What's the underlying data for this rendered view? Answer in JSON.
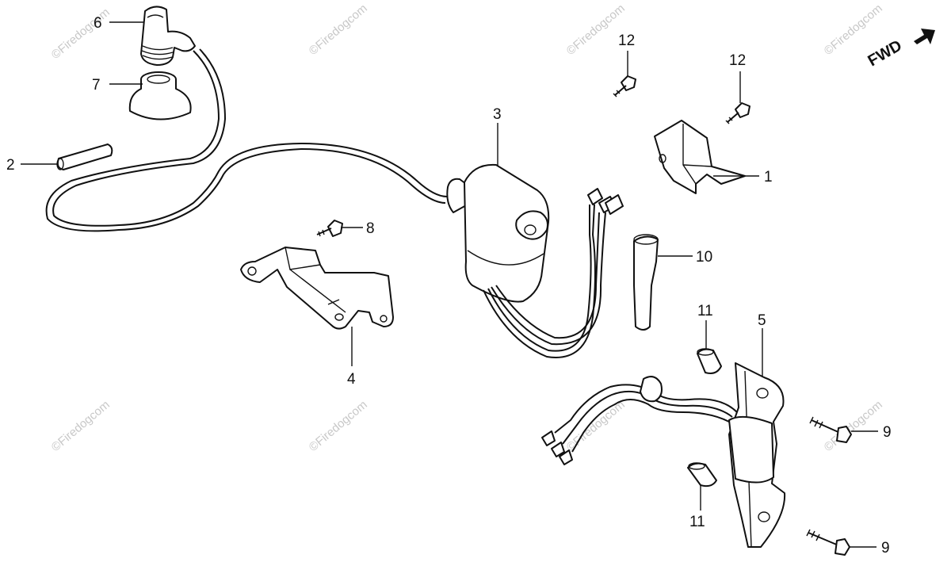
{
  "direction_label": "FWD",
  "watermark": "©Firedogcom",
  "callouts": {
    "c1": "1",
    "c2": "2",
    "c3": "3",
    "c4": "4",
    "c5": "5",
    "c6": "6",
    "c7": "7",
    "c8": "8",
    "c9a": "9",
    "c9b": "9",
    "c10": "10",
    "c11a": "11",
    "c11b": "11",
    "c12a": "12",
    "c12b": "12"
  }
}
